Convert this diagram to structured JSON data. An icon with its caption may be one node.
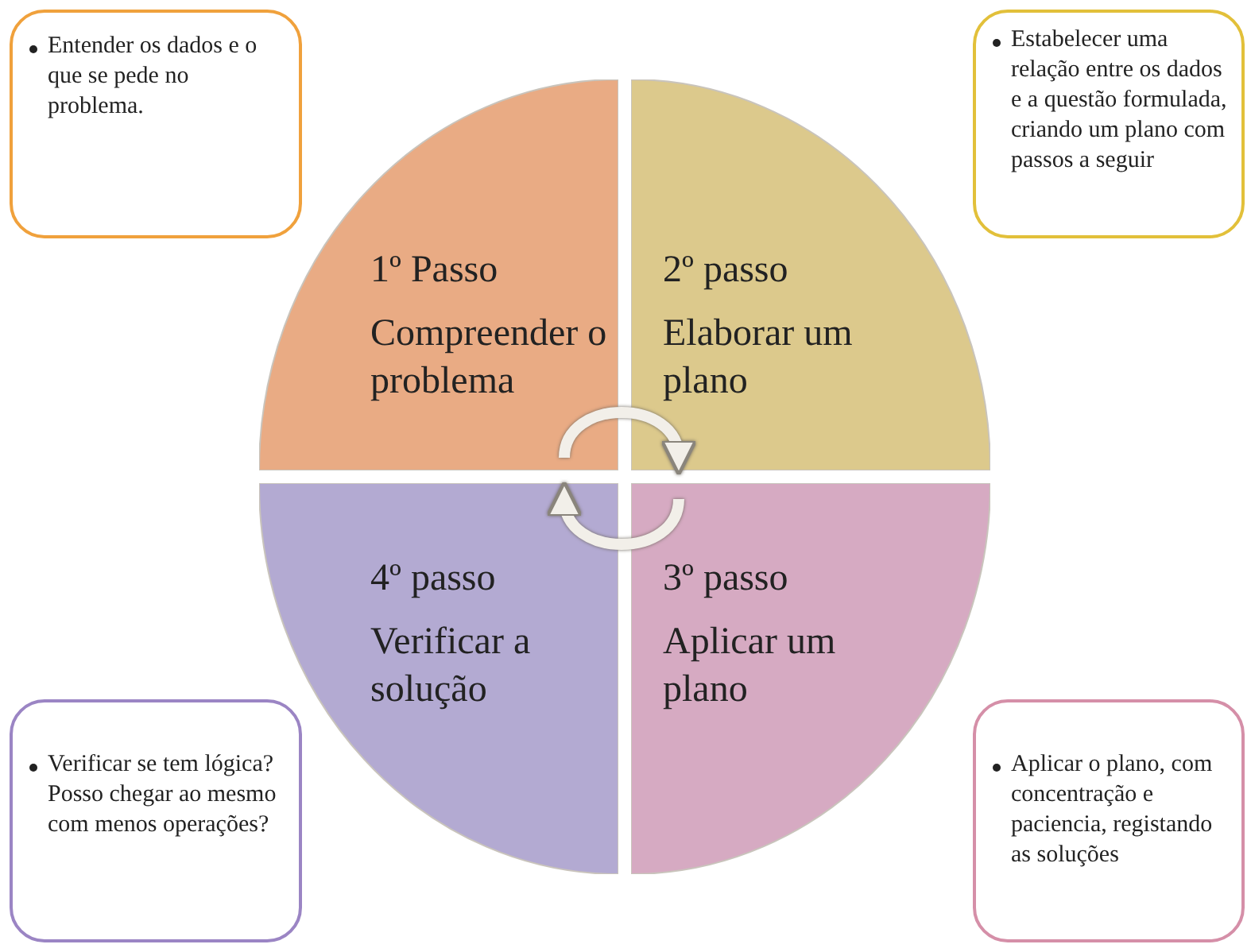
{
  "diagram": {
    "nodes": [
      {
        "text": [
          "Entender os dados e o que se pede no problema."
        ]
      },
      {
        "text": [
          "Estabelecer uma relação entre os dados e a questão formulada, criando um plano com passos a seguir"
        ]
      },
      {
        "text": [
          "1º Passo",
          "Compreender o problema"
        ]
      },
      {
        "text": [
          "2º passo",
          "Elaborar um plano"
        ]
      },
      {
        "text": [
          "4º passo",
          "Verificar a solução"
        ]
      },
      {
        "text": [
          "3º passo",
          "Aplicar um plano"
        ]
      },
      {
        "text": [
          "Verificar se tem lógica? Posso chegar ao mesmo com menos operações?"
        ]
      },
      {
        "text": [
          "Aplicar o plano, com concentração e paciencia, registando as soluções"
        ]
      }
    ],
    "edges": [
      {
        "from": 2,
        "to": 3,
        "arrow": "to"
      },
      {
        "from": 5,
        "to": 4,
        "arrow": "to"
      }
    ]
  }
}
